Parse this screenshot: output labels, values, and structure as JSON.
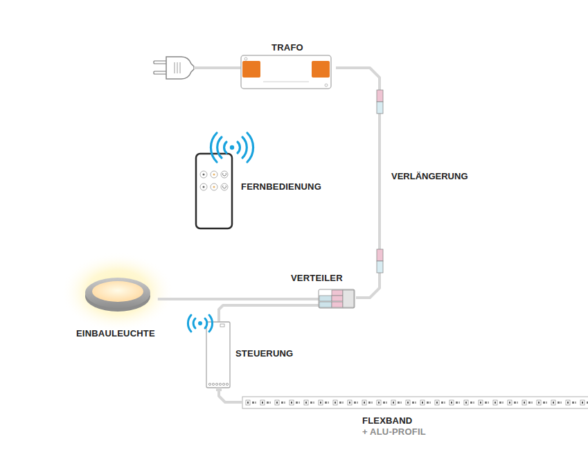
{
  "diagram": {
    "nodes": [
      {
        "text": [
          "TRAFO"
        ]
      },
      {
        "text": [
          "FERNBEDIENUNG"
        ]
      },
      {
        "text": [
          "VERTEILER"
        ]
      },
      {
        "text": [
          "EINBAULEUCHTE"
        ]
      },
      {
        "text": [
          "STEUERUNG"
        ]
      },
      {
        "text": [
          "FLEXBAND",
          "+ ALU-PROFIL"
        ]
      }
    ],
    "edges": [
      {
        "from": 0,
        "to": 2,
        "label": "VERLÄNGERUNG",
        "arrow": "none"
      },
      {
        "from": 2,
        "to": 3,
        "arrow": "none"
      },
      {
        "from": 2,
        "to": 4,
        "arrow": "none"
      },
      {
        "from": 4,
        "to": 5,
        "arrow": "none"
      }
    ]
  }
}
